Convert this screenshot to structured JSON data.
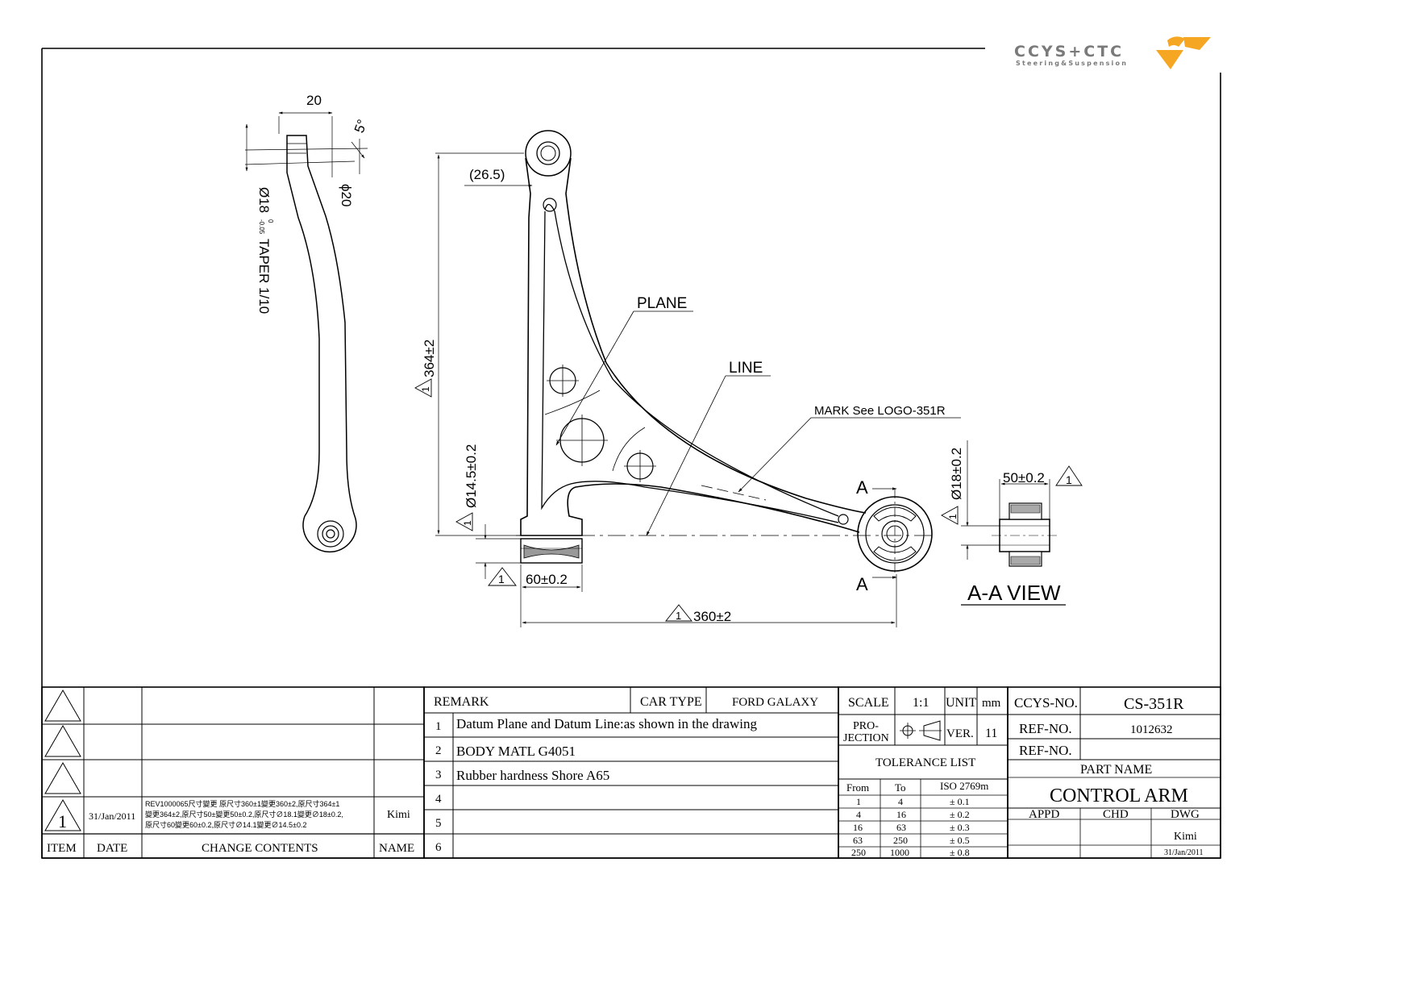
{
  "logo": {
    "brand": "CCYS+CTC",
    "tagline": "Steering&Suspension",
    "accent_color": "#f5a623",
    "text_color": "#7a7a7a"
  },
  "drawing": {
    "side_view": {
      "dim_width": "20",
      "dim_angle": "5°",
      "dim_dia_pin": "ϕ20",
      "dim_taper": "Ø18",
      "dim_taper_tol_upper": "0",
      "dim_taper_tol_lower": "-0.05",
      "dim_taper_suffix": "TAPER 1/10"
    },
    "front_view": {
      "dim_offset": "(26.5)",
      "dim_height": "364±2",
      "dim_bush_dia": "Ø14.5±0.2",
      "dim_bush_len": "60±0.2",
      "dim_length": "360±2",
      "callout_plane": "PLANE",
      "callout_line": "LINE",
      "callout_mark": "MARK See LOGO-351R",
      "section_letter": "A",
      "datum_symbol": "1"
    },
    "section_view": {
      "dim_dia": "Ø18±0.2",
      "dim_width": "50±0.2",
      "title": "A-A VIEW"
    }
  },
  "revision_block": {
    "rows": [
      {
        "item": "",
        "date": "",
        "contents": "",
        "name": ""
      },
      {
        "item": "",
        "date": "",
        "contents": "",
        "name": ""
      },
      {
        "item": "",
        "date": "",
        "contents": "",
        "name": ""
      },
      {
        "item": "1",
        "date": "31/Jan/2011",
        "contents_lines": [
          "REV1000065尺寸變更 原尺寸360±1變更360±2,原尺寸364±1",
          "變更364±2,原尺寸50±變更50±0.2,原尺寸∅18.1變更∅18±0.2,",
          "原尺寸60變更60±0.2,原尺寸∅14.1變更∅14.5±0.2"
        ],
        "name": "Kimi"
      }
    ],
    "headers": {
      "item": "ITEM",
      "date": "DATE",
      "contents": "CHANGE CONTENTS",
      "name": "NAME"
    }
  },
  "remarks": {
    "header": "REMARK",
    "car_type_label": "CAR TYPE",
    "car_type_value": "FORD GALAXY",
    "items": [
      {
        "no": "1",
        "text": "Datum Plane and Datum Line:as shown in the drawing"
      },
      {
        "no": "2",
        "text": "BODY  MATL  G4051"
      },
      {
        "no": "3",
        "text": "Rubber hardness Shore A65"
      },
      {
        "no": "4",
        "text": ""
      },
      {
        "no": "5",
        "text": ""
      },
      {
        "no": "6",
        "text": ""
      }
    ]
  },
  "title_block": {
    "scale_label": "SCALE",
    "scale_value": "1:1",
    "unit_label": "UNIT",
    "unit_value": "mm",
    "projection_label_1": "PRO-",
    "projection_label_2": "JECTION",
    "ver_label": "VER.",
    "ver_value": "11",
    "tolerance_title": "TOLERANCE LIST",
    "tolerance_headers": [
      "From",
      "To",
      "ISO 2769m"
    ],
    "tolerance_rows": [
      [
        "1",
        "4",
        "± 0.1"
      ],
      [
        "4",
        "16",
        "± 0.2"
      ],
      [
        "16",
        "63",
        "± 0.3"
      ],
      [
        "63",
        "250",
        "± 0.5"
      ],
      [
        "250",
        "1000",
        "± 0.8"
      ]
    ],
    "ccys_no_label": "CCYS-NO.",
    "ccys_no_value": "CS-351R",
    "ref_no_label": "REF-NO.",
    "ref_no_value": "1012632",
    "ref_no_label_2": "REF-NO.",
    "ref_no_value_2": "",
    "part_name_label": "PART NAME",
    "part_name_value": "CONTROL ARM",
    "appd_label": "APPD",
    "chd_label": "CHD",
    "dwg_label": "DWG",
    "dwg_name": "Kimi",
    "dwg_date": "31/Jan/2011"
  }
}
